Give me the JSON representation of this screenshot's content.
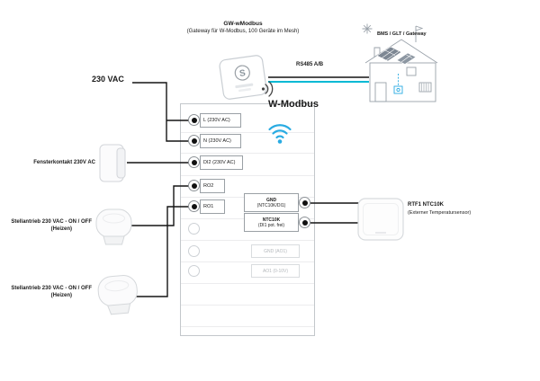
{
  "gateway": {
    "title": "GW-wModbus",
    "subtitle": "(Gateway für W-Modbus, 100 Geräte im Mesh)",
    "logo": "S"
  },
  "bms": {
    "label": "BMS / GLT / Gateway"
  },
  "rs485": {
    "label": "RS485 A/B"
  },
  "power": {
    "label": "230 VAC"
  },
  "wmodbus": {
    "label": "W-Modbus"
  },
  "devices": {
    "fensterkontakt": {
      "label": "Fensterkontakt 230V AC"
    },
    "stellantrieb1": {
      "label": "Stellantrieb 230 VAC - ON / OFF",
      "sublabel": "(Heizen)"
    },
    "stellantrieb2": {
      "label": "Stellantrieb 230 VAC - ON / OFF",
      "sublabel": "(Heizen)"
    }
  },
  "sensor": {
    "title": "RTF1 NTC10K",
    "subtitle": "(Externer Temperatursensor)"
  },
  "terminals": {
    "left": [
      {
        "label": "L (230V AC)"
      },
      {
        "label": "N (230V AC)"
      },
      {
        "label": "DI2 (230V AC)"
      },
      {
        "label": "RO2"
      },
      {
        "label": "RO1"
      }
    ],
    "right_active": [
      {
        "label": "GND",
        "sublabel": "(NTC10K/DI1)"
      },
      {
        "label": "NTC10K",
        "sublabel": "(DI1 pot. frei)"
      }
    ],
    "right_inactive": [
      {
        "label": "GND (AO1)"
      },
      {
        "label": "AO1 (0-10V)"
      }
    ]
  },
  "colors": {
    "accent_blue": "#29abe2",
    "rs485_cyan": "#00b9d4",
    "wire": "#141414",
    "inactive_gray": "#b4b8bc"
  }
}
